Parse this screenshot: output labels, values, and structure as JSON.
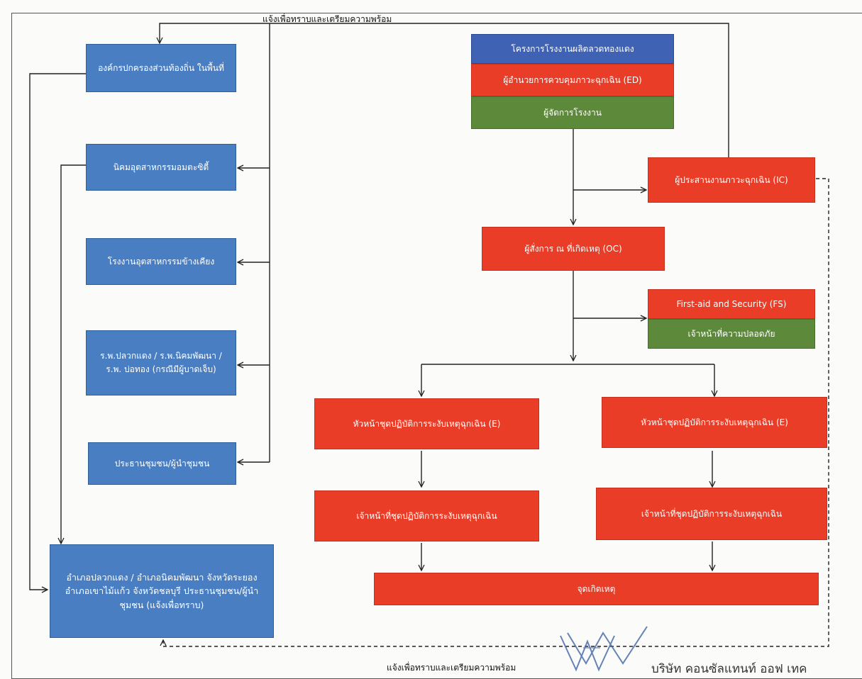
{
  "diagram": {
    "note_top": "แจ้งเพื่อทราบและเตรียมความพร้อม",
    "note_bottom": "แจ้งเพื่อทราบและเตรียมความพร้อม",
    "left": {
      "local_gov": "องค์กรปกครองส่วนท้องถิ่น ในพื้นที่",
      "industrial_estate": "นิคมอุตสาหกรรมอมตะซิตี้",
      "nearby_factories": "โรงงานอุตสาหกรรมข้างเคียง",
      "hospitals": "ร.พ.ปลวกแดง / ร.พ.นิคมพัฒนา / ร.พ. บ่อทอง (กรณีมีผู้บาดเจ็บ)",
      "community_leaders": "ประธานชุมชน/ผู้นำชุมชน",
      "district": "อำเภอปลวกแดง / อำเภอนิคมพัฒนา จังหวัดระยอง อำเภอเขาไม้แก้ว จังหวัดชลบุรี ประธานชุมชน/ผู้นำชุมชน (แจ้งเพื่อทราบ)"
    },
    "right": {
      "project": "โครงการโรงงานผลิตลวดทองแดง",
      "ed": "ผู้อำนวยการควบคุมภาวะฉุกเฉิน (ED)",
      "factory_manager": "ผู้จัดการโรงงาน",
      "ic": "ผู้ประสานงานภาวะฉุกเฉิน (IC)",
      "oc": "ผู้สั่งการ ณ ที่เกิดเหตุ (OC)",
      "fs": "First-aid and Security (FS)",
      "safety_staff": "เจ้าหน้าที่ความปลอดภัย",
      "team_lead_left": "หัวหน้าชุดปฏิบัติการระงับเหตุฉุกเฉิน (E)",
      "team_lead_right": "หัวหน้าชุดปฏิบัติการระงับเหตุฉุกเฉิน (E)",
      "team_staff_left": "เจ้าหน้าที่ชุดปฏิบัติการระงับเหตุฉุกเฉิน",
      "team_staff_right": "เจ้าหน้าที่ชุดปฏิบัติการระงับเหตุฉุกเฉิน",
      "incident_site": "จุดเกิดเหตุ"
    },
    "company": "บริษัท คอนซัลแทนท์ ออฟ เทค",
    "colors": {
      "blue": "#4a7ec2",
      "red": "#ea3d28",
      "green": "#5d8a3a",
      "navy": "#3f62b4",
      "line": "#222222"
    }
  }
}
